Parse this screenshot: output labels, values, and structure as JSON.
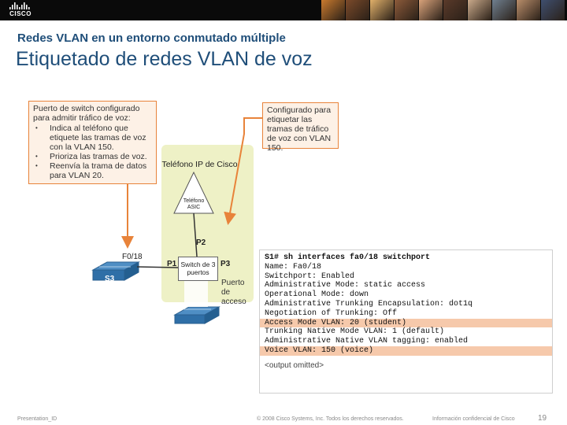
{
  "header": {
    "logo_text": "CISCO",
    "colors": {
      "band": "#0a0a0a",
      "title": "#1f4e79",
      "accent": "#e8833a"
    },
    "photo_tones": [
      "#c97a2e",
      "#7b4a2a",
      "#e0b06a",
      "#8c5a3a",
      "#d8a27a",
      "#5a3a2a",
      "#c9a98a",
      "#6f7f8f",
      "#b88d6a",
      "#3f4f6f"
    ]
  },
  "slide": {
    "subtitle": "Redes VLAN en un entorno conmutado múltiple",
    "title": "Etiquetado de redes VLAN de voz"
  },
  "callout_left": {
    "heading": "Puerto de switch configurado para admitir tráfico de voz:",
    "bullets": [
      "Indica al teléfono que etiquete las tramas de voz con la VLAN 150.",
      "Prioriza las tramas de voz.",
      "Reenvía la trama de datos para VLAN 20."
    ]
  },
  "callout_right": {
    "text": "Configurado para etiquetar las tramas de tráfico de voz con VLAN 150."
  },
  "diagram": {
    "phone_title": "Teléfono IP de Cisco",
    "asic_label": "Teléfono ASIC",
    "switch_label": "Switch de 3 puertos",
    "ports": {
      "p1": "P1",
      "p2": "P2",
      "p3": "P3",
      "f018": "F0/18"
    },
    "switch_name": "S3",
    "access_port_label": "Puerto de acceso"
  },
  "terminal": {
    "lines": [
      "S1# sh interfaces fa0/18 switchport",
      "Name: Fa0/18",
      "Switchport: Enabled",
      "Administrative Mode: static access",
      "Operational Mode: down",
      "Administrative Trunking Encapsulation: dot1q",
      "Negotiation of Trunking: Off",
      "Access Mode VLAN: 20 (student)",
      "Trunking Native Mode VLAN: 1 (default)",
      "Administrative Native VLAN tagging: enabled",
      "Voice VLAN: 150 (voice)"
    ],
    "footer": "<output omitted>"
  },
  "footer": {
    "left": "Presentation_ID",
    "center": "© 2008 Cisco Systems, Inc. Todos los derechos reservados.",
    "right": "Información confidencial de Cisco",
    "page": "19"
  }
}
